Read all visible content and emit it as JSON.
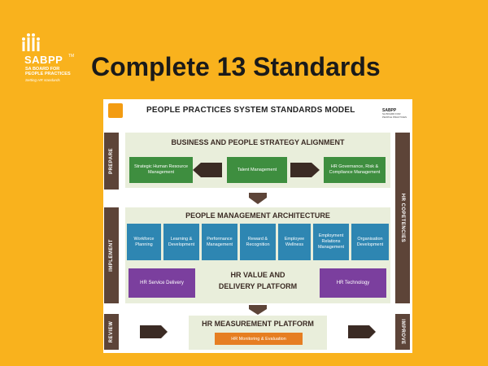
{
  "logo": {
    "name": "SABPP",
    "trademark": "TM",
    "subtitle": "SA BOARD FOR PEOPLE PRACTICES",
    "tagline": "Setting HR standards"
  },
  "headline": "Complete 13 Standards",
  "model": {
    "title": "PEOPLE PRACTICES SYSTEM STANDARDS MODEL",
    "corner_logo": "SABPP",
    "corner_logo_sub": "SA BOARD FOR PEOPLE PRACTICES",
    "phases": {
      "prepare": "PREPARE",
      "implement": "IMPLEMENT",
      "review": "REVIEW",
      "improve": "IMPROVE",
      "hr_competencies": "HR COPETENCIES"
    },
    "strategy": {
      "heading": "BUSINESS AND PEOPLE STRATEGY ALIGNMENT",
      "boxes": [
        "Strategic Human Resource Management",
        "Talent Management",
        "HR Governance, Risk & Compliance Management"
      ]
    },
    "architecture": {
      "heading": "PEOPLE MANAGEMENT ARCHITECTURE",
      "boxes": [
        "Workforce Planning",
        "Learning & Development",
        "Performance Management",
        "Reward & Recognition",
        "Employee Wellness",
        "Employment Relations Management",
        "Organisation Development"
      ]
    },
    "platform": {
      "heading_line1": "HR VALUE AND",
      "heading_line2": "DELIVERY PLATFORM",
      "left": "HR Service Delivery",
      "right": "HR Technology"
    },
    "measurement": {
      "heading": "HR MEASUREMENT PLATFORM",
      "box": "HR Monitoring & Evaluation"
    }
  }
}
